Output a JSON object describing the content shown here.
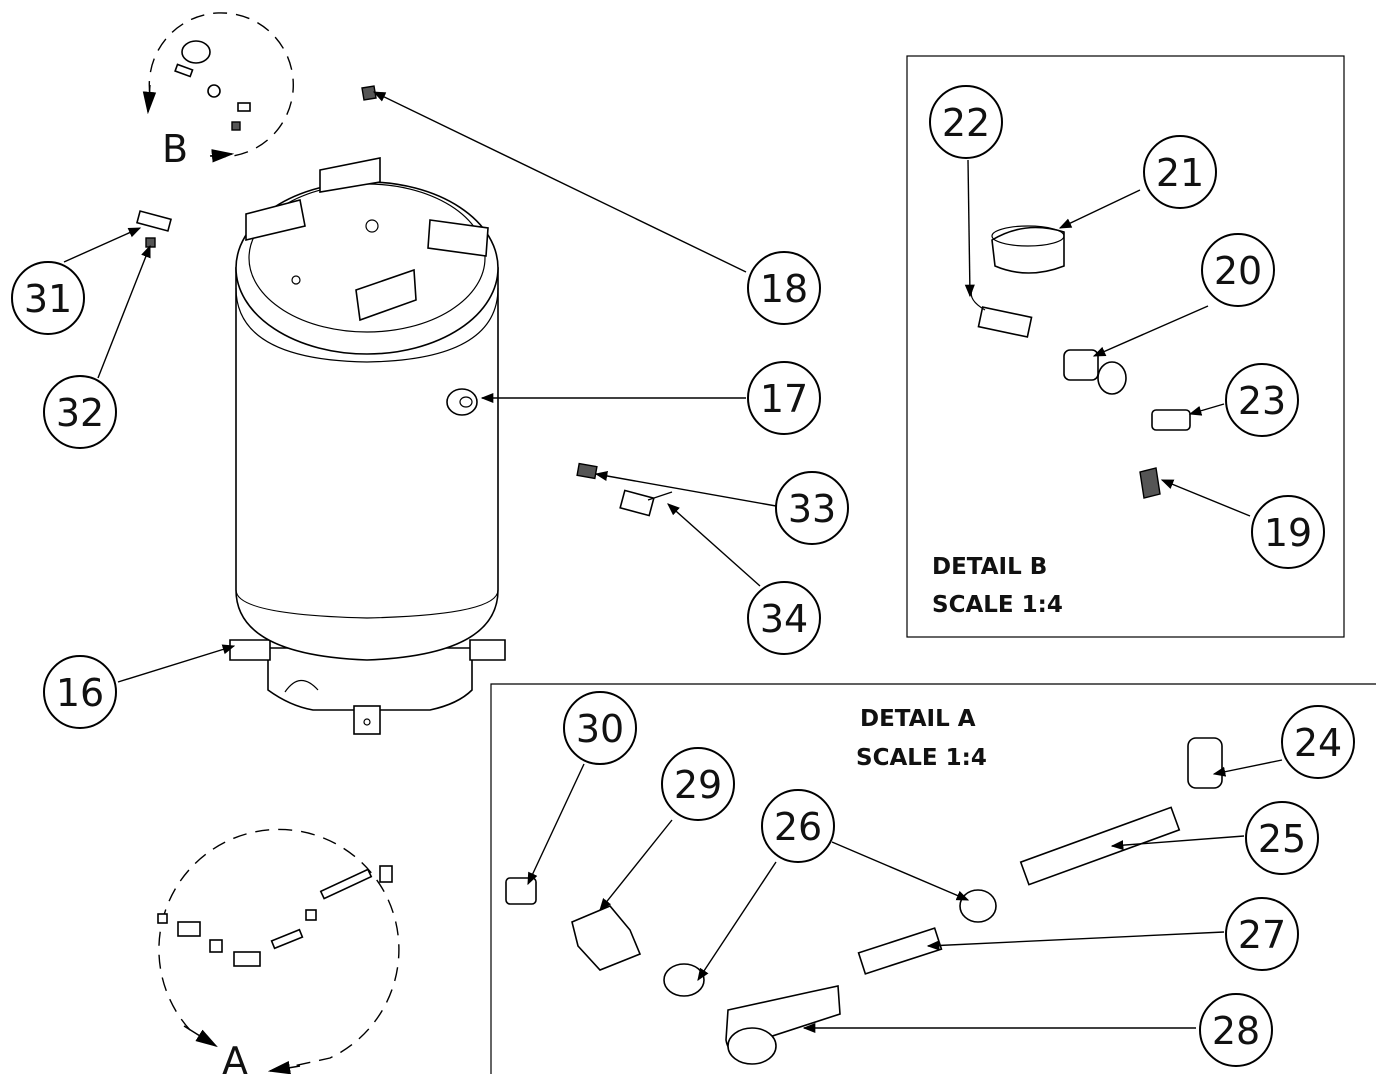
{
  "view_labels": {
    "detail_b_callout": "B",
    "detail_a_callout": "A"
  },
  "detail_b": {
    "title": "DETAIL B",
    "scale": "SCALE 1:4"
  },
  "detail_a": {
    "title": "DETAIL A",
    "scale": "SCALE 1:4"
  },
  "balloons": {
    "b16": "16",
    "b17": "17",
    "b18": "18",
    "b19": "19",
    "b20": "20",
    "b21": "21",
    "b22": "22",
    "b23": "23",
    "b24": "24",
    "b25": "25",
    "b26": "26",
    "b27": "27",
    "b28": "28",
    "b29": "29",
    "b30": "30",
    "b31": "31",
    "b32": "32",
    "b33": "33",
    "b34": "34"
  }
}
